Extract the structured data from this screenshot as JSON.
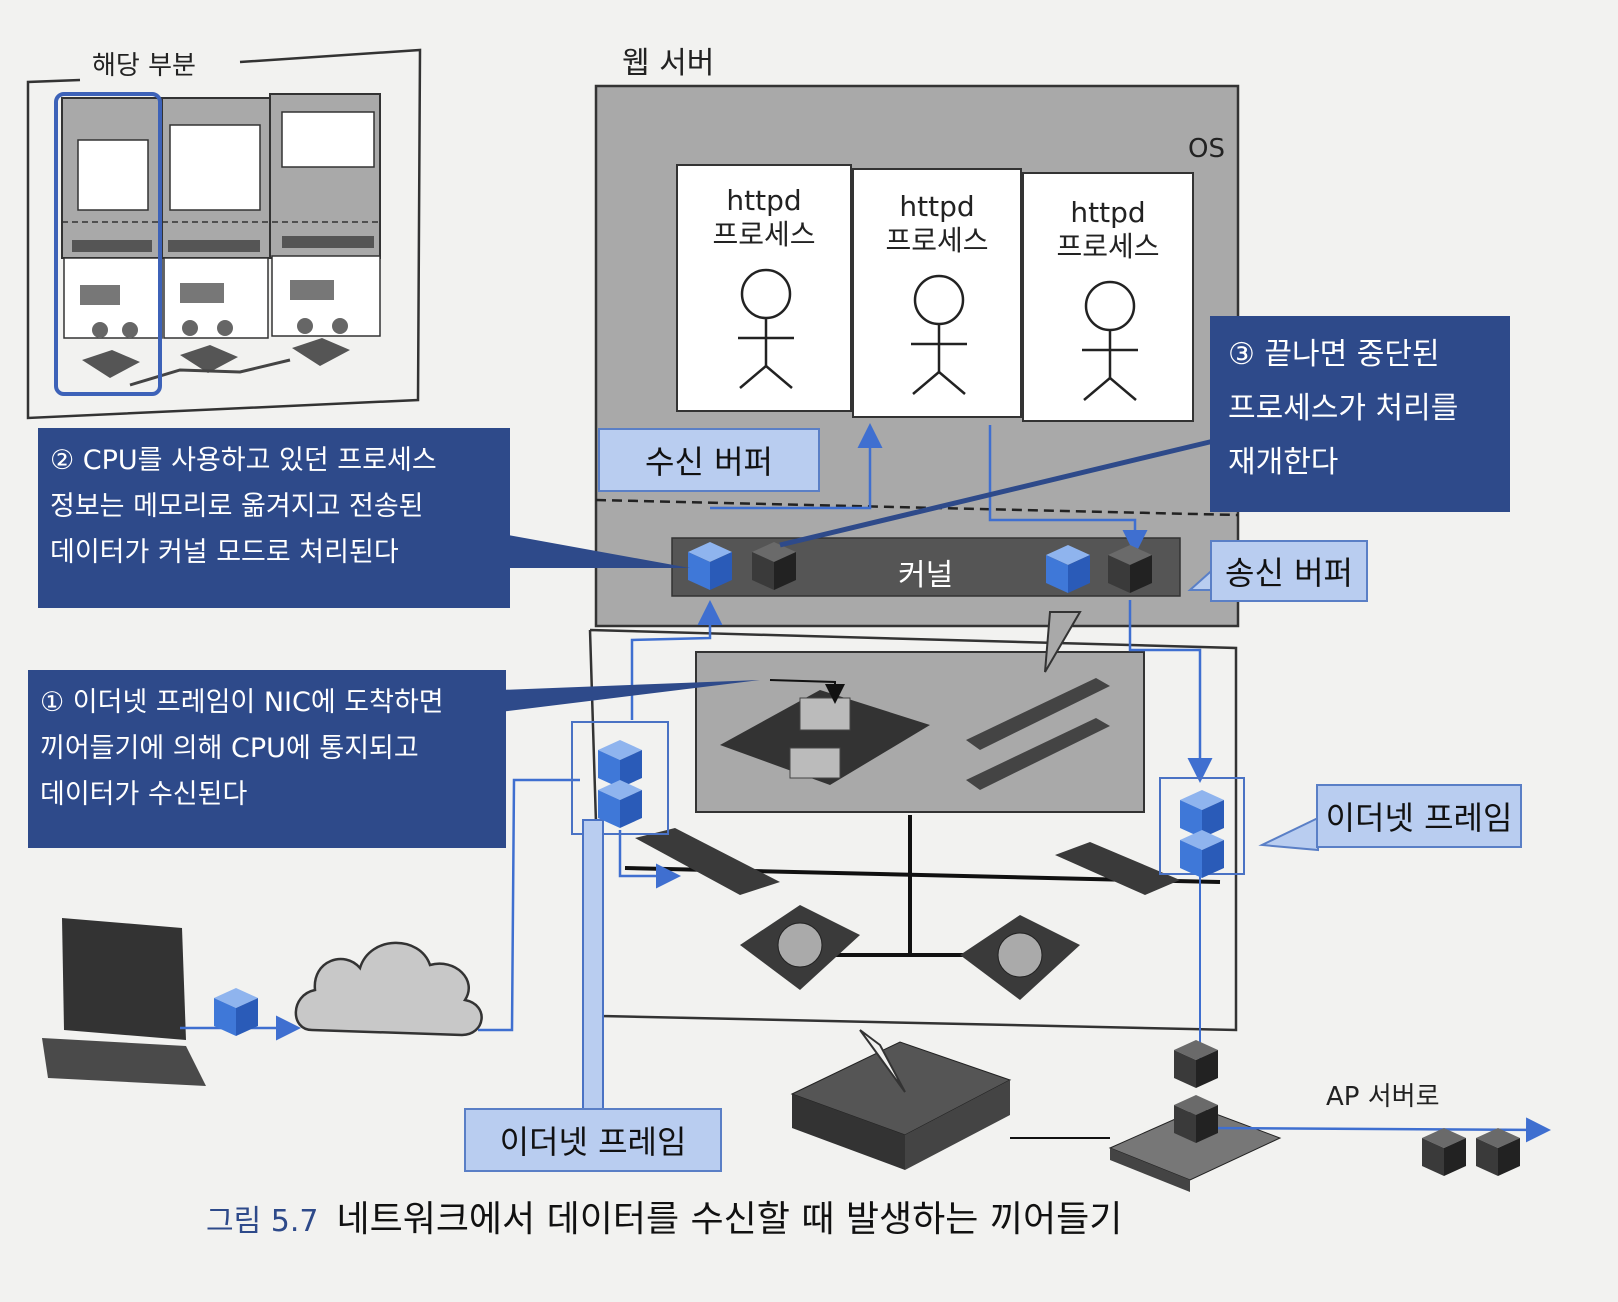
{
  "thumbnail": {
    "title": "해당 부분"
  },
  "web_server": {
    "title": "웹 서버",
    "os_label": "OS",
    "processes": [
      {
        "name": "httpd",
        "sub": "프로세스"
      },
      {
        "name": "httpd",
        "sub": "프로세스"
      },
      {
        "name": "httpd",
        "sub": "프로세스"
      }
    ],
    "kernel_label": "커널"
  },
  "buffers": {
    "receive": "수신 버퍼",
    "send": "송신 버퍼"
  },
  "callouts": {
    "step1": [
      "① 이더넷 프레임이 NIC에 도착하면",
      "끼어들기에 의해 CPU에 통지되고",
      "데이터가 수신된다"
    ],
    "step2": [
      "② CPU를 사용하고 있던 프로세스",
      "정보는 메모리로 옮겨지고 전송된",
      "데이터가 커널 모드로 처리된다"
    ],
    "step3": [
      "③ 끝나면 중단된",
      "프로세스가 처리를",
      "재개한다"
    ]
  },
  "frames": {
    "right": "이더넷 프레임",
    "bottom": "이더넷 프레임"
  },
  "ap_label": "AP 서버로",
  "caption": {
    "number": "그림 5.7",
    "text": "네트워크에서 데이터를 수신할 때 발생하는 끼어들기"
  },
  "colors": {
    "callout_dark": "#2e4a8a",
    "callout_light": "#b9cdf0",
    "cube_blue": "#3f78d8",
    "cube_dark": "#3a3a3a",
    "server_gray": "#a9a9a9"
  }
}
